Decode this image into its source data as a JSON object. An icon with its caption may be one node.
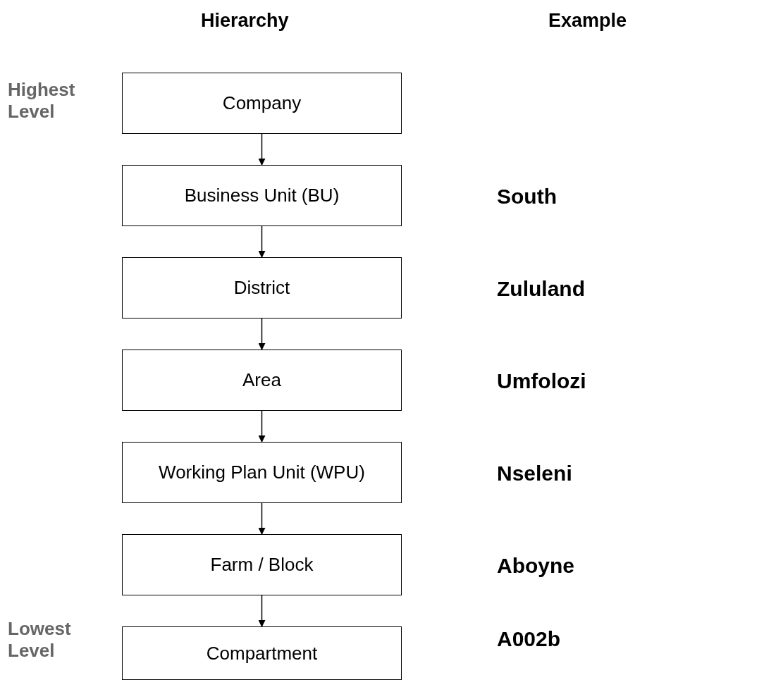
{
  "diagram": {
    "nodes": [
      {
        "text": [
          "Company"
        ]
      },
      {
        "text": [
          "Business Unit (BU)"
        ]
      },
      {
        "text": [
          "District"
        ]
      },
      {
        "text": [
          "Area"
        ]
      },
      {
        "text": [
          "Working Plan Unit (WPU)"
        ]
      },
      {
        "text": [
          "Farm / Block"
        ]
      },
      {
        "text": [
          "Compartment"
        ]
      }
    ],
    "edges": [
      {
        "from": 0,
        "to": 1,
        "arrow": "to"
      },
      {
        "from": 1,
        "to": 2,
        "arrow": "to"
      },
      {
        "from": 2,
        "to": 3,
        "arrow": "to"
      },
      {
        "from": 3,
        "to": 4,
        "arrow": "to"
      },
      {
        "from": 4,
        "to": 5,
        "arrow": "to"
      },
      {
        "from": 5,
        "to": 6,
        "arrow": "to"
      }
    ],
    "labels": [
      "Hierarchy",
      "Example",
      "Highest Level",
      "South",
      "Zululand",
      "Umfolozi",
      "Nseleni",
      "Aboyne",
      "Lowest Level",
      "A002b"
    ]
  }
}
